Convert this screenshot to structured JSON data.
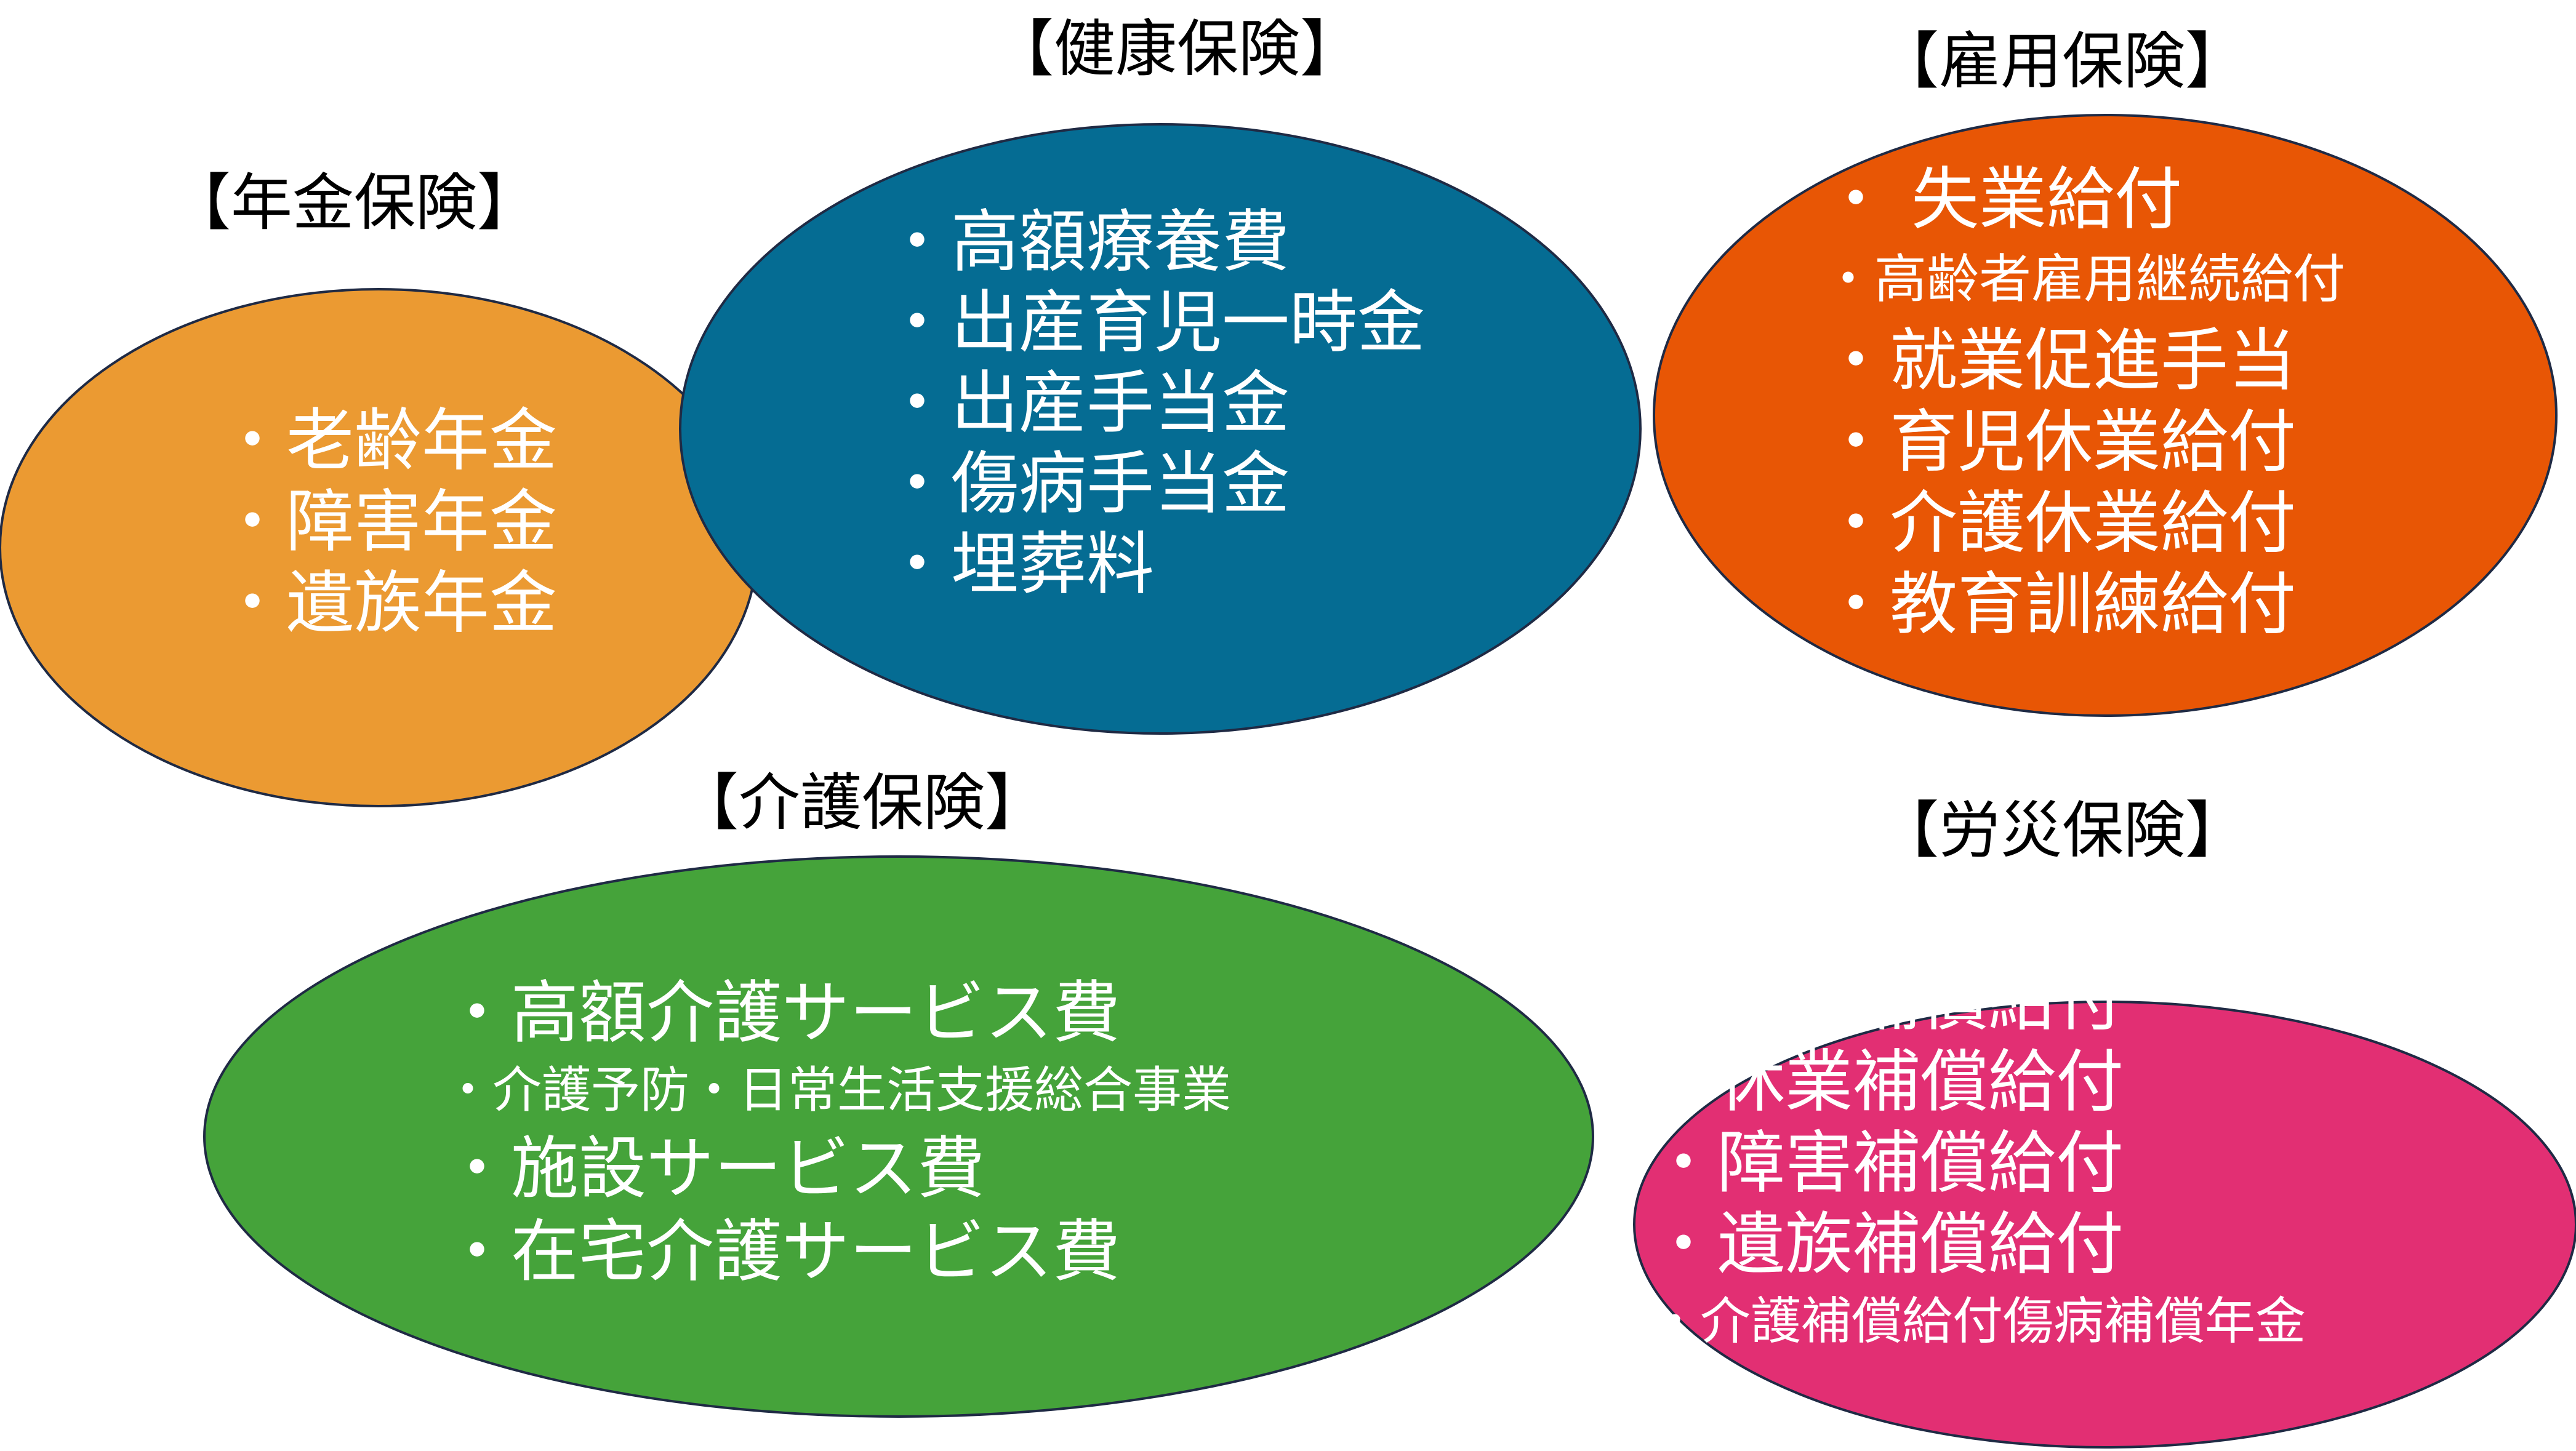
{
  "colors": {
    "pension": "#eb9a32",
    "health": "#056c93",
    "employment": "#e85605",
    "care": "#45a33a",
    "accident": "#e22f73",
    "outline": "#1f2a44",
    "heading_text": "#000000",
    "item_text": "#ffffff"
  },
  "groups": {
    "pension": {
      "title": "【年金保険】",
      "items": [
        "・老齢年金",
        "・障害年金",
        "・遺族年金"
      ]
    },
    "health": {
      "title": "【健康保険】",
      "items": [
        "・高額療養費",
        "・出産育児一時金",
        "・出産手当金",
        "・傷病手当金",
        "・埋葬料"
      ]
    },
    "employment": {
      "title": "【雇用保険】",
      "items": [
        "・ 失業給付",
        "・高齢者雇用継続給付",
        "・就業促進手当",
        "・育児休業給付",
        "・介護休業給付",
        "・教育訓練給付"
      ]
    },
    "care": {
      "title": "【介護保険】",
      "items": [
        "・高額介護サービス費",
        "・介護予防・日常生活支援総合事業",
        "・施設サービス費",
        "・在宅介護サービス費"
      ]
    },
    "accident": {
      "title": "【労災保険】",
      "items": [
        "・療養補償給付",
        "・休業補償給付",
        "・障害補償給付",
        "・遺族補償給付",
        "・介護補償給付傷病補償年金"
      ]
    }
  }
}
